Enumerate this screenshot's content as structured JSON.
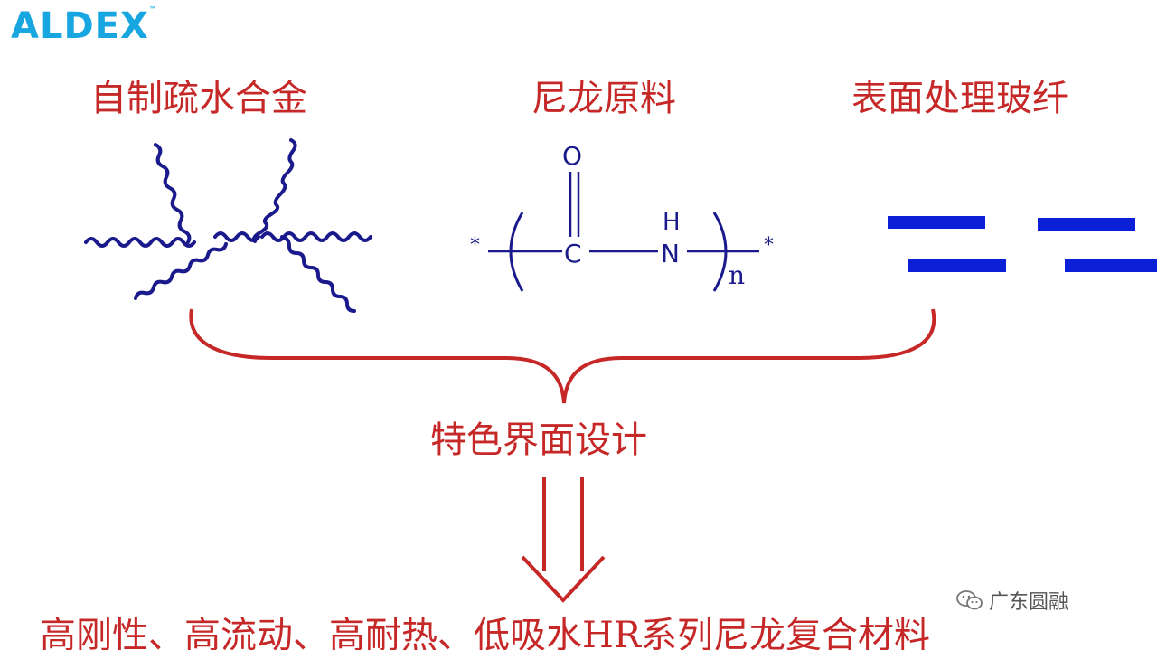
{
  "logo": {
    "text": "ALDEX",
    "mark": "™"
  },
  "labels": {
    "alloy": "自制疏水合金",
    "nylon": "尼龙原料",
    "glass": "表面处理玻纤",
    "design": "特色界面设计",
    "result": "高刚性、高流动、高耐热、低吸水HR系列尼龙复合材料"
  },
  "chem": {
    "oxygen": "O",
    "carbon": "C",
    "hydrogen": "H",
    "nitrogen": "N",
    "repeat": "n",
    "end_left": "*",
    "end_right": "*"
  },
  "watermark": {
    "text": "广东圆融",
    "icon": "wechat-icon"
  },
  "colors": {
    "label_red": "#c62828",
    "chain_blue": "#1a1a8c",
    "fiber_blue": "#0a1fd6",
    "logo_blue": "#17a6e0"
  }
}
